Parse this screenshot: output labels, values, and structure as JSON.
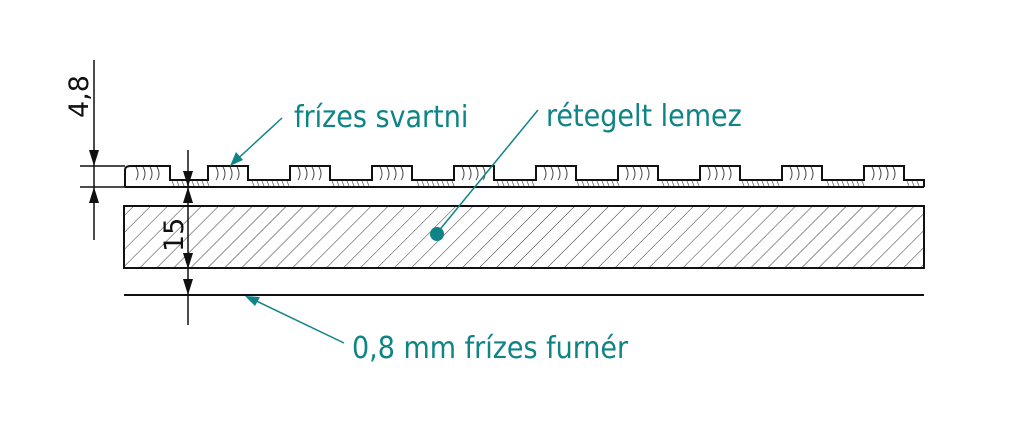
{
  "labels": {
    "frizes_svartni": "frízes svartni",
    "retegelt_lemez": "rétegelt lemez",
    "furner": "0,8 mm frízes furnér"
  },
  "dimensions": {
    "top_thickness": "4,8",
    "board_thickness": "15"
  },
  "colors": {
    "label": "#0f8486",
    "leader": "#0f8486",
    "line": "#111111",
    "hatch": "#333333"
  }
}
